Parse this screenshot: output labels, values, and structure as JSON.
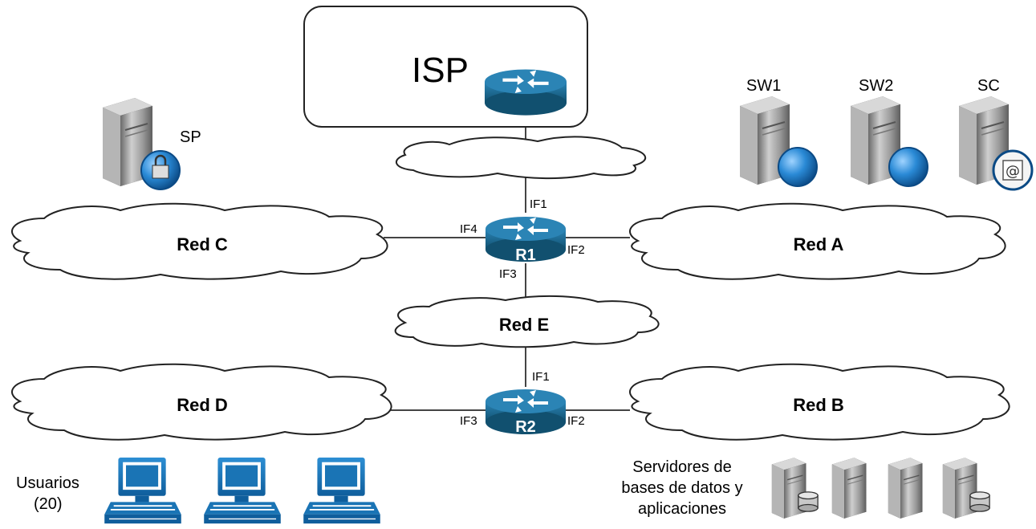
{
  "isp": {
    "label": "ISP"
  },
  "routers": {
    "r1": {
      "label": "R1",
      "if1": "IF1",
      "if2": "IF2",
      "if3": "IF3",
      "if4": "IF4"
    },
    "r2": {
      "label": "R2",
      "if1": "IF1",
      "if2": "IF2",
      "if3": "IF3"
    }
  },
  "networks": {
    "red_a": "Red A",
    "red_b": "Red B",
    "red_c": "Red C",
    "red_d": "Red D",
    "red_e": "Red E"
  },
  "servers": {
    "sp": "SP",
    "sw1": "SW1",
    "sw2": "SW2",
    "sc": "SC"
  },
  "users": {
    "line1": "Usuarios",
    "line2": "(20)"
  },
  "db_servers": {
    "line1": "Servidores de",
    "line2": "bases de datos y",
    "line3": "aplicaciones"
  },
  "colors": {
    "router": "#1f6f9c",
    "router_dark": "#11506f",
    "pc": "#1a74b5",
    "server": "#8c8c8c",
    "globe": "#2a8ad6"
  },
  "icons": [
    "router-icon",
    "server-icon",
    "lock-icon",
    "globe-icon",
    "email-icon",
    "database-icon",
    "workstation-icon"
  ]
}
